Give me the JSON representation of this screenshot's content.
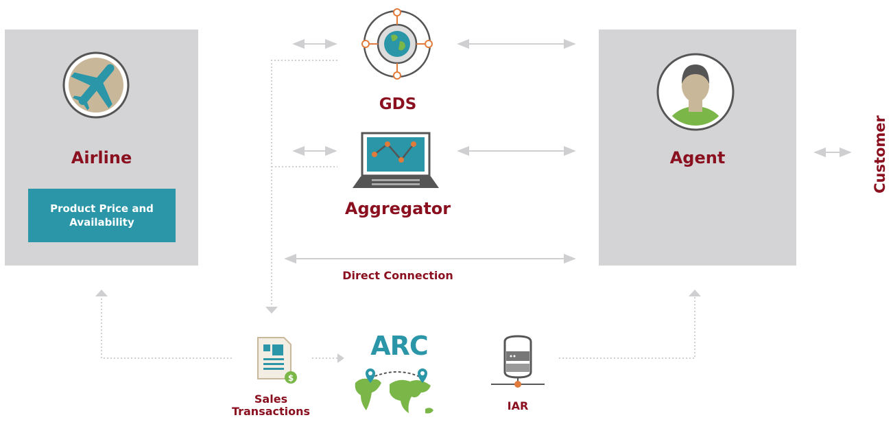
{
  "nodes": {
    "airline": "Airline",
    "product_price": "Product Price and Availability",
    "gds": "GDS",
    "aggregator": "Aggregator",
    "direct_connection": "Direct Connection",
    "agent": "Agent",
    "customer": "Customer",
    "sales_transactions": "Sales Transactions",
    "arc": "ARC",
    "iar": "IAR"
  },
  "colors": {
    "title_text": "#8a1020",
    "accent_teal": "#2a96a8",
    "box_gray": "#d4d4d6",
    "arrow_gray": "#cfcfd1",
    "icon_green": "#7ab648",
    "icon_orange": "#e07b3c"
  },
  "icons": [
    "airplane-icon",
    "globe-network-icon",
    "laptop-chart-icon",
    "agent-person-icon",
    "sales-document-icon",
    "world-map-icon",
    "server-database-icon"
  ]
}
